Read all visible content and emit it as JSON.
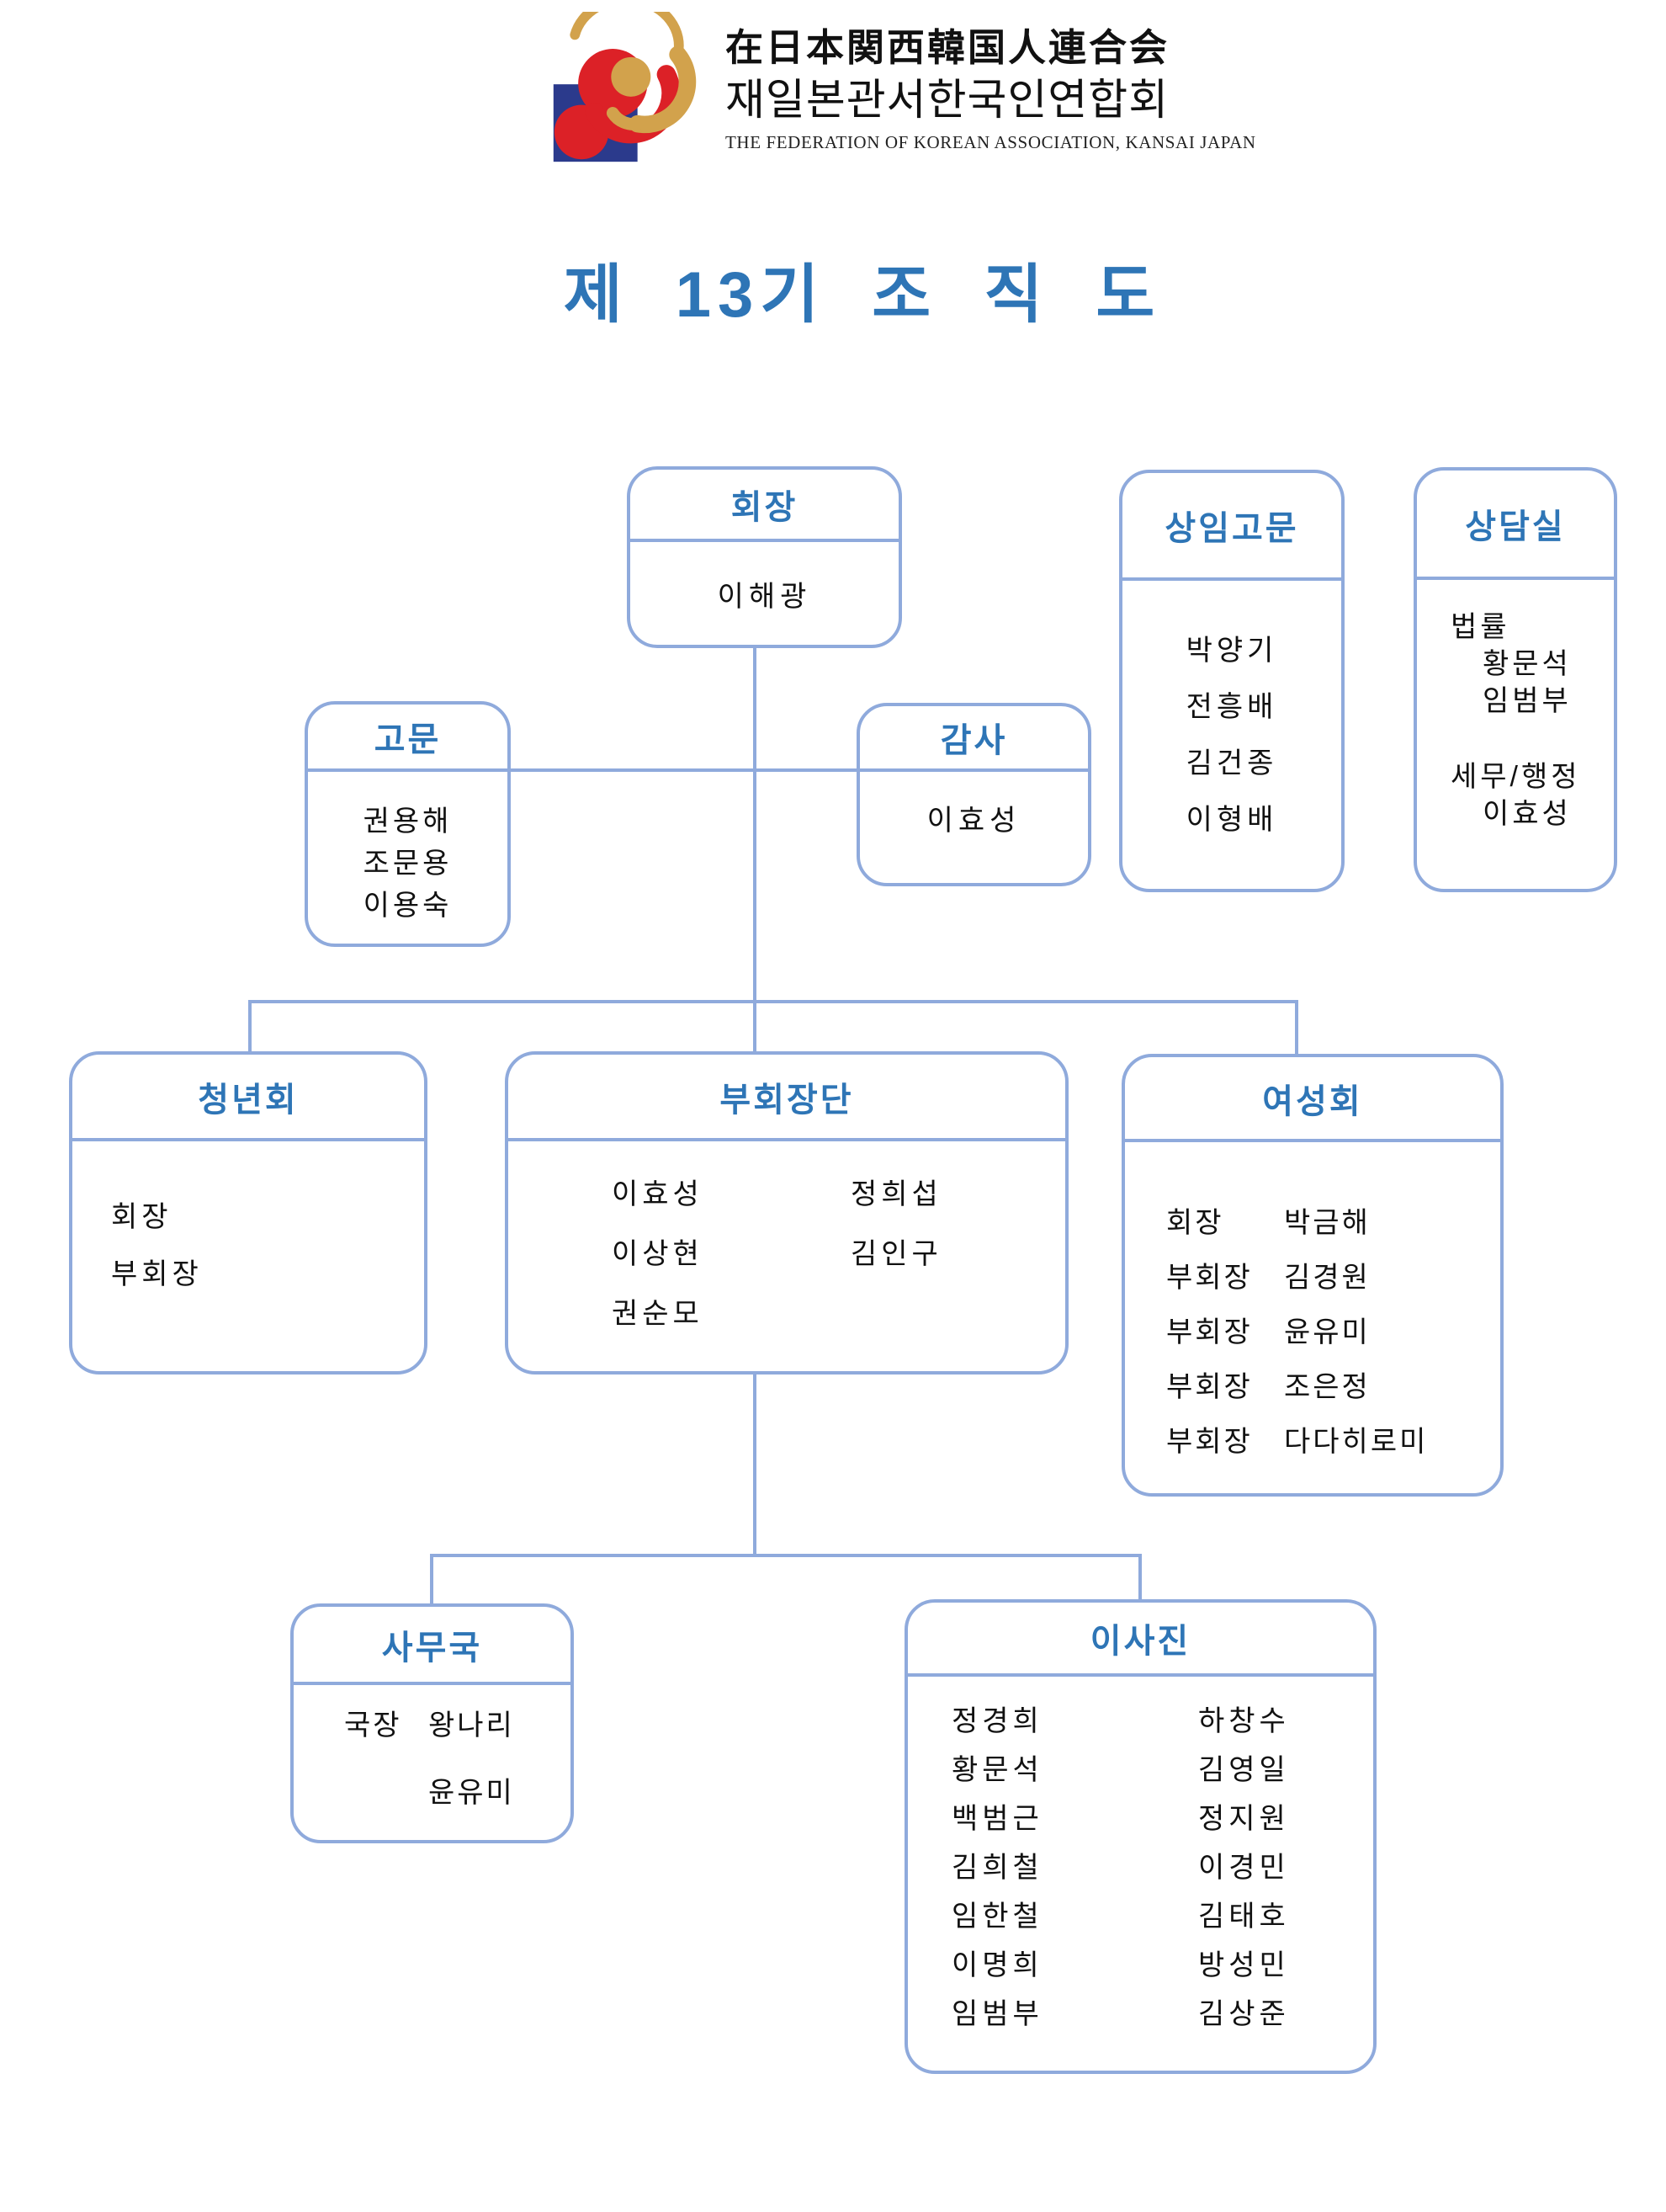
{
  "logo": {
    "mark_icon": "taegeuk-swirl-emblem",
    "line_ja": "在日本関西韓国人連合会",
    "line_ko": "재일본관서한국인연합회",
    "line_en": "THE FEDERATION OF KOREAN ASSOCIATION, KANSAI JAPAN"
  },
  "title": "제 13기 조 직 도",
  "colors": {
    "accent_blue": "#2E75B6",
    "line_blue": "#8FAADC",
    "text": "#1a1a1a",
    "logo_gold": "#D2A24C",
    "logo_red": "#DC2127",
    "logo_navy": "#2B3A8C"
  },
  "boxes": {
    "hoejang": {
      "title": "회장",
      "members": [
        "이해광"
      ]
    },
    "sangim_gomun": {
      "title": "상임고문",
      "members": [
        "박양기",
        "전흥배",
        "김건종",
        "이형배"
      ]
    },
    "sangdamsil": {
      "title": "상담실",
      "sections": [
        {
          "label": "법률",
          "members": [
            "황문석",
            "임범부"
          ]
        },
        {
          "label": "세무/행정",
          "members": [
            "이효성"
          ]
        }
      ]
    },
    "gomun": {
      "title": "고문",
      "members": [
        "권용해",
        "조문용",
        "이용숙"
      ]
    },
    "gamsa": {
      "title": "감사",
      "members": [
        "이효성"
      ]
    },
    "cheongnyeonhoe": {
      "title": "청년회",
      "members": [
        "회장",
        "부회장"
      ]
    },
    "buhoejangdan": {
      "title": "부회장단",
      "col1": [
        "이효성",
        "이상현",
        "권순모"
      ],
      "col2": [
        "정희섭",
        "김인구"
      ]
    },
    "yeoseonghoe": {
      "title": "여성회",
      "rows": [
        {
          "role": "회장",
          "name": "박금해"
        },
        {
          "role": "부회장",
          "name": "김경원"
        },
        {
          "role": "부회장",
          "name": "윤유미"
        },
        {
          "role": "부회장",
          "name": "조은정"
        },
        {
          "role": "부회장",
          "name": "다다히로미"
        }
      ]
    },
    "samuguk": {
      "title": "사무국",
      "rows": [
        {
          "role": "국장",
          "name": "왕나리"
        },
        {
          "role": "",
          "name": "윤유미"
        }
      ]
    },
    "isajin": {
      "title": "이사진",
      "col1": [
        "정경희",
        "황문석",
        "백범근",
        "김희철",
        "임한철",
        "이명희",
        "임범부"
      ],
      "col2": [
        "하창수",
        "김영일",
        "정지원",
        "이경민",
        "김태호",
        "방성민",
        "김상준"
      ]
    }
  }
}
